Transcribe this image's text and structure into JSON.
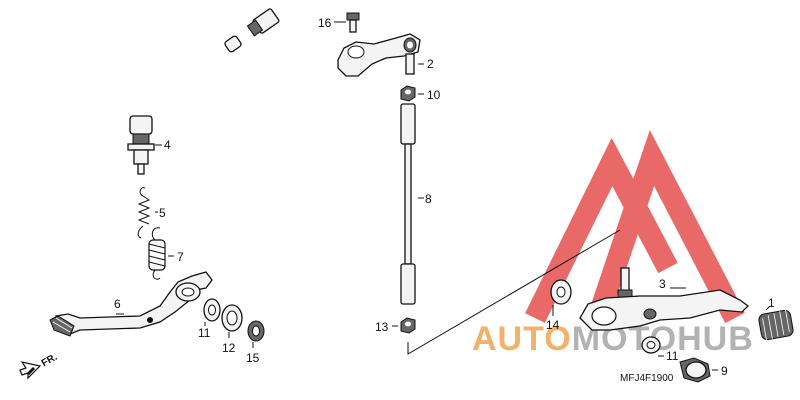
{
  "diagram": {
    "callouts": [
      {
        "id": "1",
        "text": "1"
      },
      {
        "id": "2",
        "text": "2"
      },
      {
        "id": "3",
        "text": "3"
      },
      {
        "id": "4",
        "text": "4"
      },
      {
        "id": "5",
        "text": "5"
      },
      {
        "id": "6",
        "text": "6"
      },
      {
        "id": "7",
        "text": "7"
      },
      {
        "id": "8",
        "text": "8"
      },
      {
        "id": "9",
        "text": "9"
      },
      {
        "id": "10",
        "text": "10"
      },
      {
        "id": "11a",
        "text": "11"
      },
      {
        "id": "11b",
        "text": "11"
      },
      {
        "id": "12",
        "text": "12"
      },
      {
        "id": "13",
        "text": "13"
      },
      {
        "id": "14",
        "text": "14"
      },
      {
        "id": "15",
        "text": "15"
      },
      {
        "id": "16",
        "text": "16"
      }
    ],
    "direction_label": "FR.",
    "drawing_code": "MFJ4F1900"
  },
  "watermark": {
    "text_part1": "AUTO",
    "text_part2": "MOTO",
    "text_part3": "HUB",
    "color_red": "#e23b3b",
    "color_orange": "#f1a95a",
    "color_grey": "#aaaaaa"
  }
}
